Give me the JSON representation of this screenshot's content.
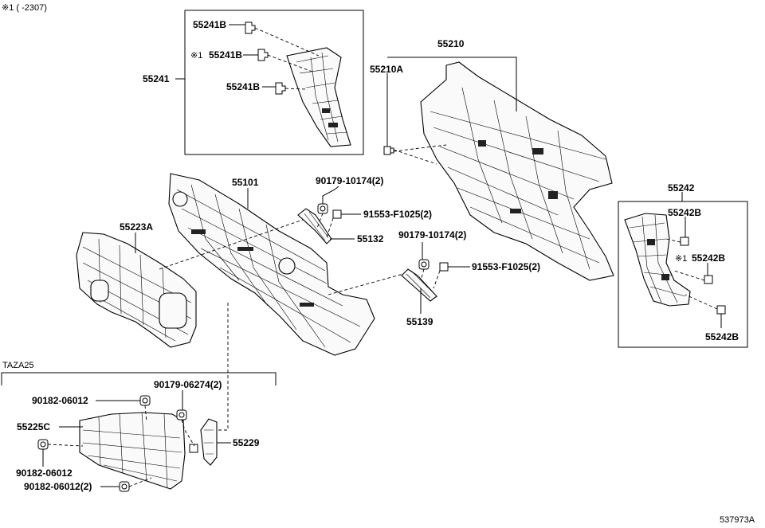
{
  "header_note": "※1 (      -2307)",
  "figure_id": "537973A",
  "group_label_taza": "TAZA25",
  "callouts": {
    "c55241B_top": "55241B",
    "c55241B_mid_mark": "※1",
    "c55241B_mid": "55241B",
    "c55241B_bot": "55241B",
    "c55241": "55241",
    "c55210": "55210",
    "c55210A": "55210A",
    "c55101": "55101",
    "c55223A": "55223A",
    "c90179_10174_a": "90179-10174(2)",
    "c91553_F1025_a": "91553-F1025(2)",
    "c55132": "55132",
    "c90179_10174_b": "90179-10174(2)",
    "c91553_F1025_b": "91553-F1025(2)",
    "c55139": "55139",
    "c55242": "55242",
    "c55242B_top": "55242B",
    "c55242B_mid_mark": "※1",
    "c55242B_mid": "55242B",
    "c55242B_bot": "55242B",
    "c90179_06274": "90179-06274(2)",
    "c90182_06012_a": "90182-06012",
    "c55225C": "55225C",
    "c55229": "55229",
    "c90182_06012_b": "90182-06012",
    "c90182_06012_c": "90182-06012(2)"
  }
}
